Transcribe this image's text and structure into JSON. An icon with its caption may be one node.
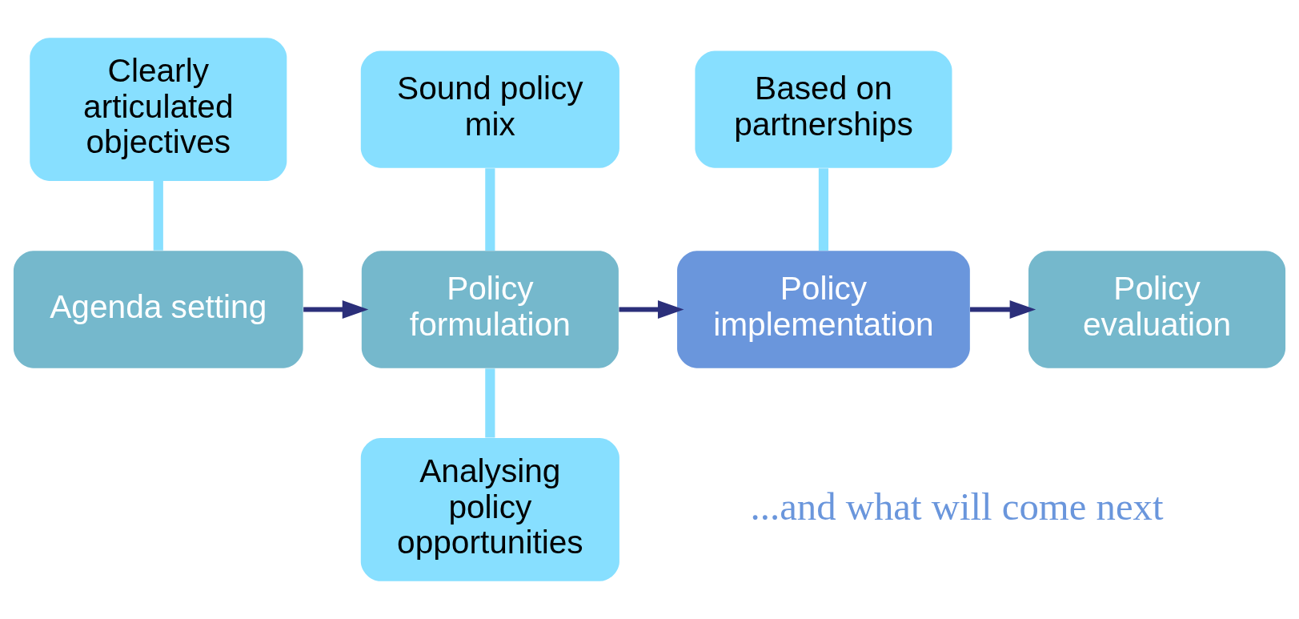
{
  "diagram": {
    "nodes": [
      {
        "text": [
          "Clearly articulated objectives"
        ]
      },
      {
        "text": [
          "Sound policy mix"
        ]
      },
      {
        "text": [
          "Based on partnerships"
        ]
      },
      {
        "text": [
          "Agenda setting"
        ]
      },
      {
        "text": [
          "Policy formulation"
        ]
      },
      {
        "text": [
          "Policy implementation"
        ]
      },
      {
        "text": [
          "Policy evaluation"
        ]
      },
      {
        "text": [
          "Analysing policy opportunities"
        ]
      }
    ],
    "edges": [
      {
        "from": 0,
        "to": 3,
        "arrow": "none"
      },
      {
        "from": 1,
        "to": 4,
        "arrow": "none"
      },
      {
        "from": 2,
        "to": 5,
        "arrow": "none"
      },
      {
        "from": 3,
        "to": 4,
        "arrow": "to",
        "color": "#2b2f7a"
      },
      {
        "from": 4,
        "to": 5,
        "arrow": "to",
        "color": "#2b2f7a"
      },
      {
        "from": 5,
        "to": 6,
        "arrow": "to",
        "color": "#2b2f7a"
      },
      {
        "from": 7,
        "to": 4,
        "arrow": "none"
      }
    ],
    "labels": [
      "...and what will come next"
    ]
  }
}
